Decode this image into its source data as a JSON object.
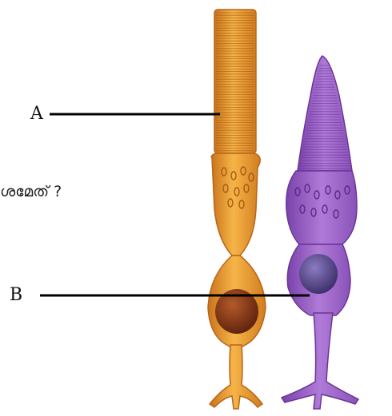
{
  "labels": {
    "a": "A",
    "b": "B"
  },
  "question_fragment": "ശമേത് ?",
  "colors": {
    "rod_outer": "#f2a43a",
    "rod_body": "#e8962a",
    "rod_nucleus": "#7a2e12",
    "cone_body": "#9b63c7",
    "cone_nucleus": "#4b3a7a",
    "pointer_line": "#000000"
  }
}
